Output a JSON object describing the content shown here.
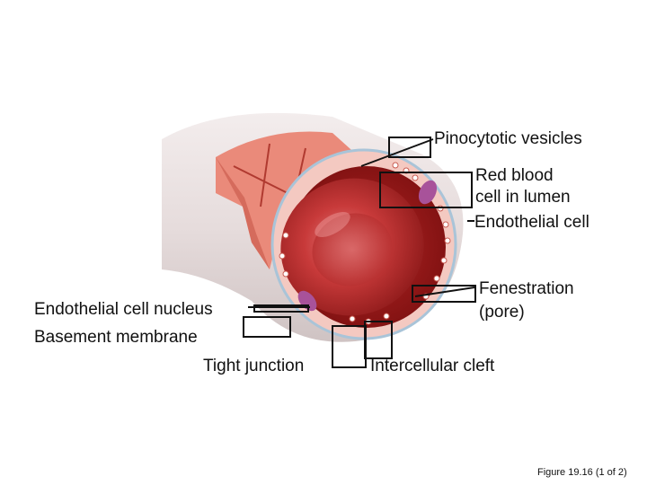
{
  "labels": {
    "pinocytotic": "Pinocytotic vesicles",
    "rbc_line1": "Red blood",
    "rbc_line2": "cell in lumen",
    "endothelial_cell": "Endothelial cell",
    "fenestration_line1": "Fenestration",
    "fenestration_line2": "(pore)",
    "nucleus": "Endothelial cell nucleus",
    "basement": "Basement membrane",
    "tight_junction": "Tight junction",
    "intercellular": "Intercellular cleft"
  },
  "caption": "Figure 19.16 (1 of 2)"
}
